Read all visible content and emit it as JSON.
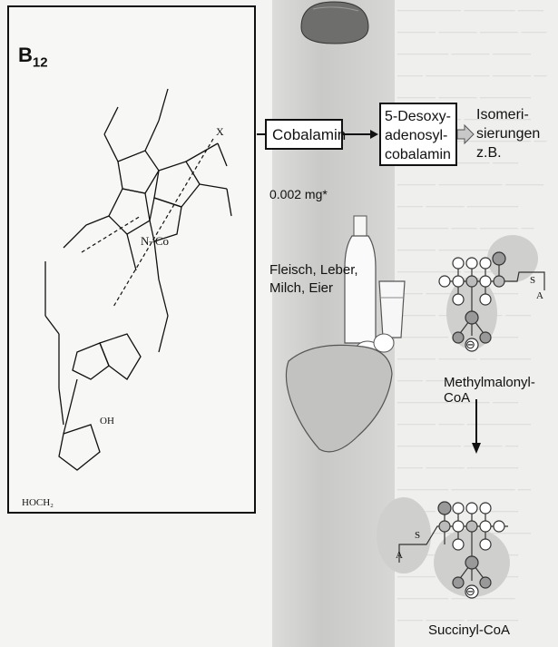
{
  "title": {
    "letter": "B",
    "sub": "12"
  },
  "flow": {
    "cobalamin": "Cobalamin",
    "desoxy": [
      "5-Desoxy-",
      "adenosyl-",
      "cobalamin"
    ],
    "isomer": [
      "Isomeri-",
      "sierungen",
      "z.B."
    ]
  },
  "dose": "0.002 mg*",
  "sources": [
    "Fleisch, Leber,",
    "Milch, Eier"
  ],
  "products": {
    "methylmalonyl": "Methylmalonyl-CoA",
    "succinyl": "Succinyl-CoA"
  },
  "molecule": {
    "center": "N–Co",
    "x": "X",
    "hoch2": "HOCH₂",
    "oh": "OH"
  },
  "coa": {
    "s": "S",
    "a": "A",
    "minus": "⊖"
  }
}
